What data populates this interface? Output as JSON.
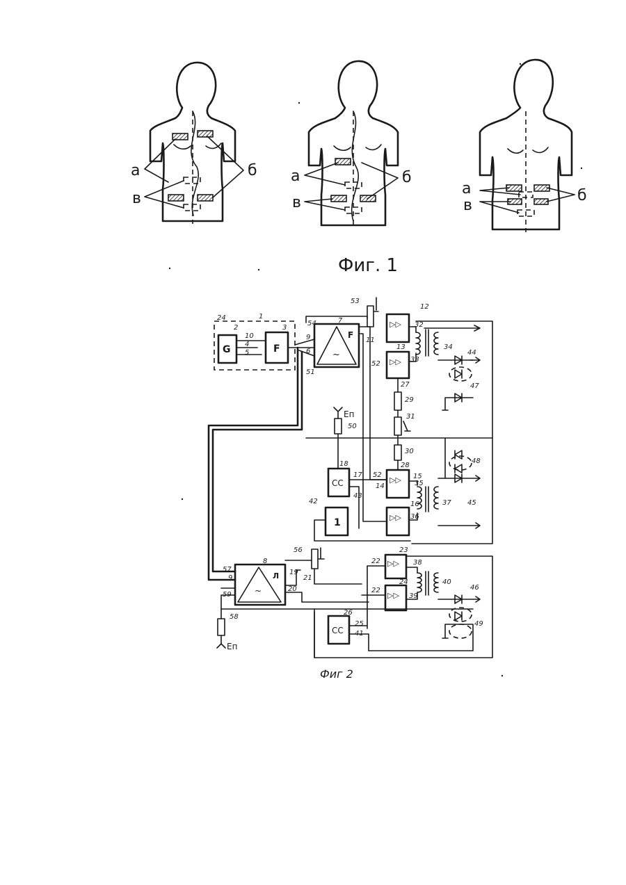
{
  "fig1": {
    "caption": "Фиг. 1",
    "panels": [
      {
        "labels": {
          "a": "a",
          "b": "б",
          "v": "в"
        }
      },
      {
        "labels": {
          "a": "a",
          "b": "б",
          "v": "в"
        }
      },
      {
        "labels": {
          "a": "a",
          "b": "б",
          "v": "в"
        }
      }
    ]
  },
  "fig2": {
    "caption": "Фиг 2",
    "block_letters": {
      "gen": "G",
      "filter": "F",
      "filter_out": "F",
      "mod1_sym": "~",
      "mod2_sym": "~",
      "mod2_out": "Л",
      "logic": "1",
      "cc1": "CC",
      "cc2": "CC",
      "amp": "▷▷"
    },
    "power_label": "Eп",
    "numbers": {
      "n1": "1",
      "n2": "2",
      "n3": "3",
      "n4": "4",
      "n5": "5",
      "n6": "6",
      "n7": "7",
      "n8": "8",
      "n9": "9",
      "n9b": "9",
      "n10": "10",
      "n11": "11",
      "n12": "12",
      "n13": "13",
      "n14": "14",
      "n15": "15",
      "n16": "16",
      "n17": "17",
      "n18": "18",
      "n19": "19",
      "n20": "20",
      "n21": "21",
      "n22": "22",
      "n22b": "22",
      "n23": "23",
      "n24": "24",
      "n24b": "24",
      "n25": "25",
      "n26": "26",
      "n27": "27",
      "n28": "28",
      "n29": "29",
      "n30": "30",
      "n31": "31",
      "n32": "32",
      "n33": "33",
      "n34": "34",
      "n35": "35",
      "n36": "36",
      "n37": "37",
      "n38": "38",
      "n39": "39",
      "n40": "40",
      "n41": "41",
      "n42": "42",
      "n43": "43",
      "n44": "44",
      "n45": "45",
      "n46": "46",
      "n47": "47",
      "n48": "48",
      "n49": "49",
      "n50": "50",
      "n51": "51",
      "n52": "52",
      "n52b": "52",
      "n53": "53",
      "n54": "54",
      "n56": "56",
      "n57": "57",
      "n58": "58",
      "n59": "59"
    }
  }
}
